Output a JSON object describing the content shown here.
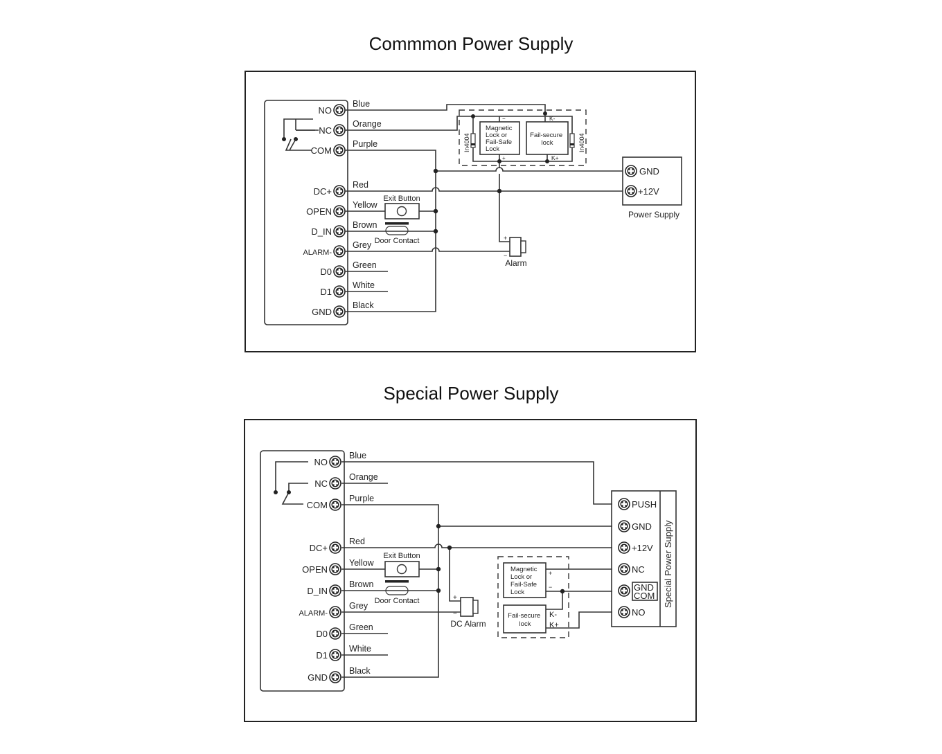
{
  "diagrams": [
    {
      "title": "Commmon Power Supply",
      "controller_terminals": [
        "NO",
        "NC",
        "COM",
        "DC+",
        "OPEN",
        "D_IN",
        "ALARM-",
        "D0",
        "D1",
        "GND"
      ],
      "wire_colors": [
        "Blue",
        "Orange",
        "Purple",
        "Red",
        "Yellow",
        "Brown",
        "Grey",
        "Green",
        "White",
        "Black"
      ],
      "exit_button": "Exit Button",
      "door_contact": "Door Contact",
      "alarm": "Alarm",
      "alarm_plus": "+",
      "alarm_minus": "−",
      "lock_box": {
        "mag_lock": [
          "Magnetic",
          "Lock or",
          "Fail-Safe",
          "Lock"
        ],
        "fail_secure": [
          "Fail-secure",
          "lock"
        ],
        "diode": "In4004",
        "minus": "−",
        "plus": "+",
        "k_minus": "K-",
        "k_plus": "K+"
      },
      "power_supply": {
        "label": "Power Supply",
        "terminals": [
          "GND",
          "+12V"
        ]
      }
    },
    {
      "title": "Special Power Supply",
      "controller_terminals": [
        "NO",
        "NC",
        "COM",
        "DC+",
        "OPEN",
        "D_IN",
        "ALARM-",
        "D0",
        "D1",
        "GND"
      ],
      "wire_colors": [
        "Blue",
        "Orange",
        "Purple",
        "Red",
        "Yellow",
        "Brown",
        "Grey",
        "Green",
        "White",
        "Black"
      ],
      "exit_button": "Exit Button",
      "door_contact": "Door Contact",
      "alarm": "DC Alarm",
      "alarm_plus": "+",
      "alarm_minus": "−",
      "lock_box": {
        "mag_lock": [
          "Magnetic",
          "Lock or",
          "Fail-Safe",
          "Lock"
        ],
        "fail_secure": [
          "Fail-secure",
          "lock"
        ],
        "plus": "+",
        "minus": "−",
        "k_minus": "K-",
        "k_plus": "K+"
      },
      "power_supply": {
        "label": "Special Power Supply",
        "terminals": [
          "PUSH",
          "GND",
          "+12V",
          "NC",
          "GND",
          "NO"
        ],
        "gnd_com": [
          "GND",
          "COM"
        ]
      }
    }
  ]
}
